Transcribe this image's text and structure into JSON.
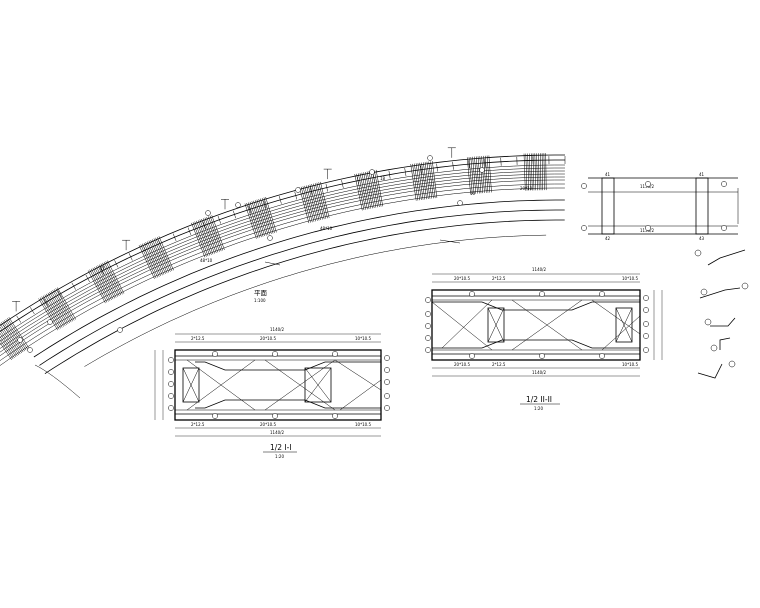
{
  "section1": {
    "title": "1/2 I-I",
    "scale": "1:20",
    "total_top": "1140/2",
    "total_bottom": "1140/2",
    "dims_top": [
      "2*12.5",
      "20*10.5",
      "10*10.5"
    ],
    "dims_bottom": [
      "2*12.5",
      "20*10.5",
      "10*10.5"
    ]
  },
  "section2": {
    "title": "1/2 II-II",
    "scale": "1:20",
    "total_top": "1140/2",
    "total_bottom": "1140/2",
    "dims_top": [
      "20*10.5",
      "2*12.5",
      "10*10.5"
    ],
    "dims_bottom": [
      "20*10.5",
      "2*12.5",
      "10*10.5"
    ]
  },
  "plan": {
    "label": "平面",
    "scale": "1:100",
    "marks": [
      "18",
      "11",
      "48*10",
      "48*10",
      "10",
      "20*10"
    ]
  },
  "detail": {
    "top_dim": "1136/2",
    "bottom_dim": "1136/2",
    "left_top": "41",
    "left_bottom": "42",
    "right_top": "41",
    "right_bottom": "43"
  }
}
